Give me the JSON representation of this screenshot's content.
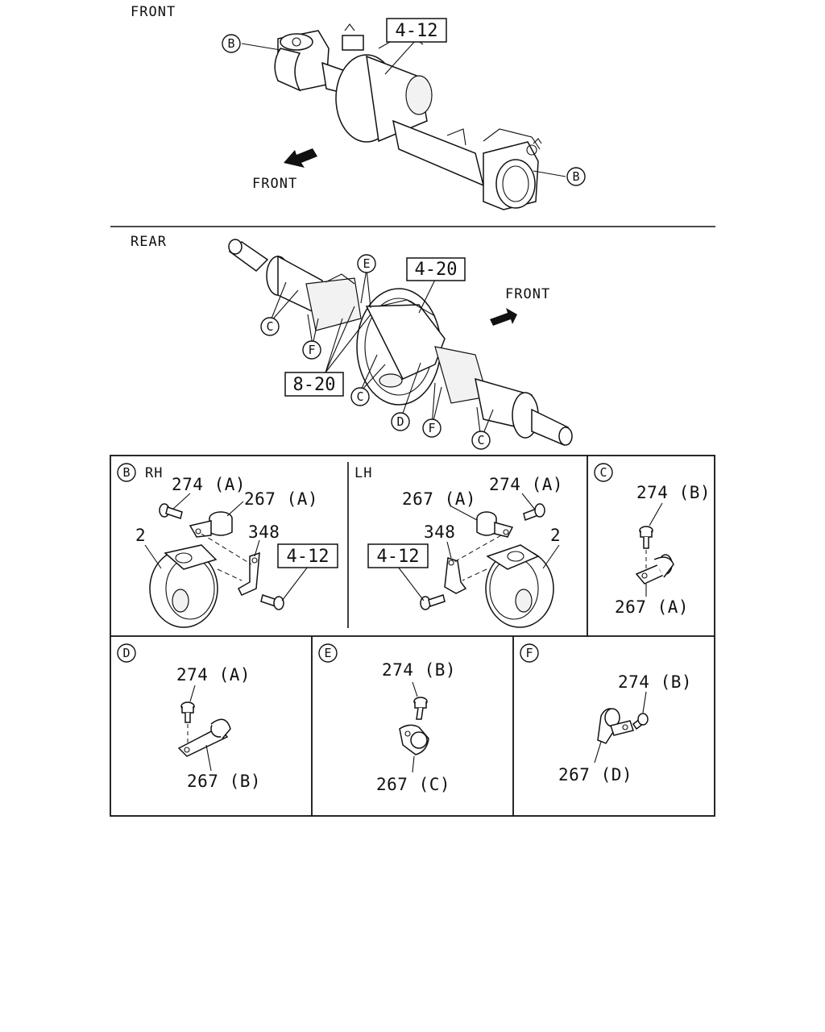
{
  "front_view": {
    "title": "FRONT",
    "direction_label": "FRONT",
    "ref_box": "4-12",
    "callouts": [
      "B",
      "B"
    ]
  },
  "rear_view": {
    "title": "REAR",
    "direction_label": "FRONT",
    "ref_boxes": [
      "4-20",
      "8-20"
    ],
    "callouts": [
      "E",
      "C",
      "F",
      "C",
      "D",
      "F",
      "C"
    ]
  },
  "detail_b": {
    "letter": "B",
    "rh": {
      "side": "RH",
      "parts": [
        "274 (A)",
        "267 (A)",
        "348",
        "2"
      ],
      "ref_box": "4-12"
    },
    "lh": {
      "side": "LH",
      "parts": [
        "267 (A)",
        "274 (A)",
        "348",
        "2"
      ],
      "ref_box": "4-12"
    }
  },
  "detail_c": {
    "letter": "C",
    "parts": [
      "274 (B)",
      "267 (A)"
    ]
  },
  "detail_d": {
    "letter": "D",
    "parts": [
      "274 (A)",
      "267 (B)"
    ]
  },
  "detail_e": {
    "letter": "E",
    "parts": [
      "274 (B)",
      "267 (C)"
    ]
  },
  "detail_f": {
    "letter": "F",
    "parts": [
      "274 (B)",
      "267 (D)"
    ]
  }
}
